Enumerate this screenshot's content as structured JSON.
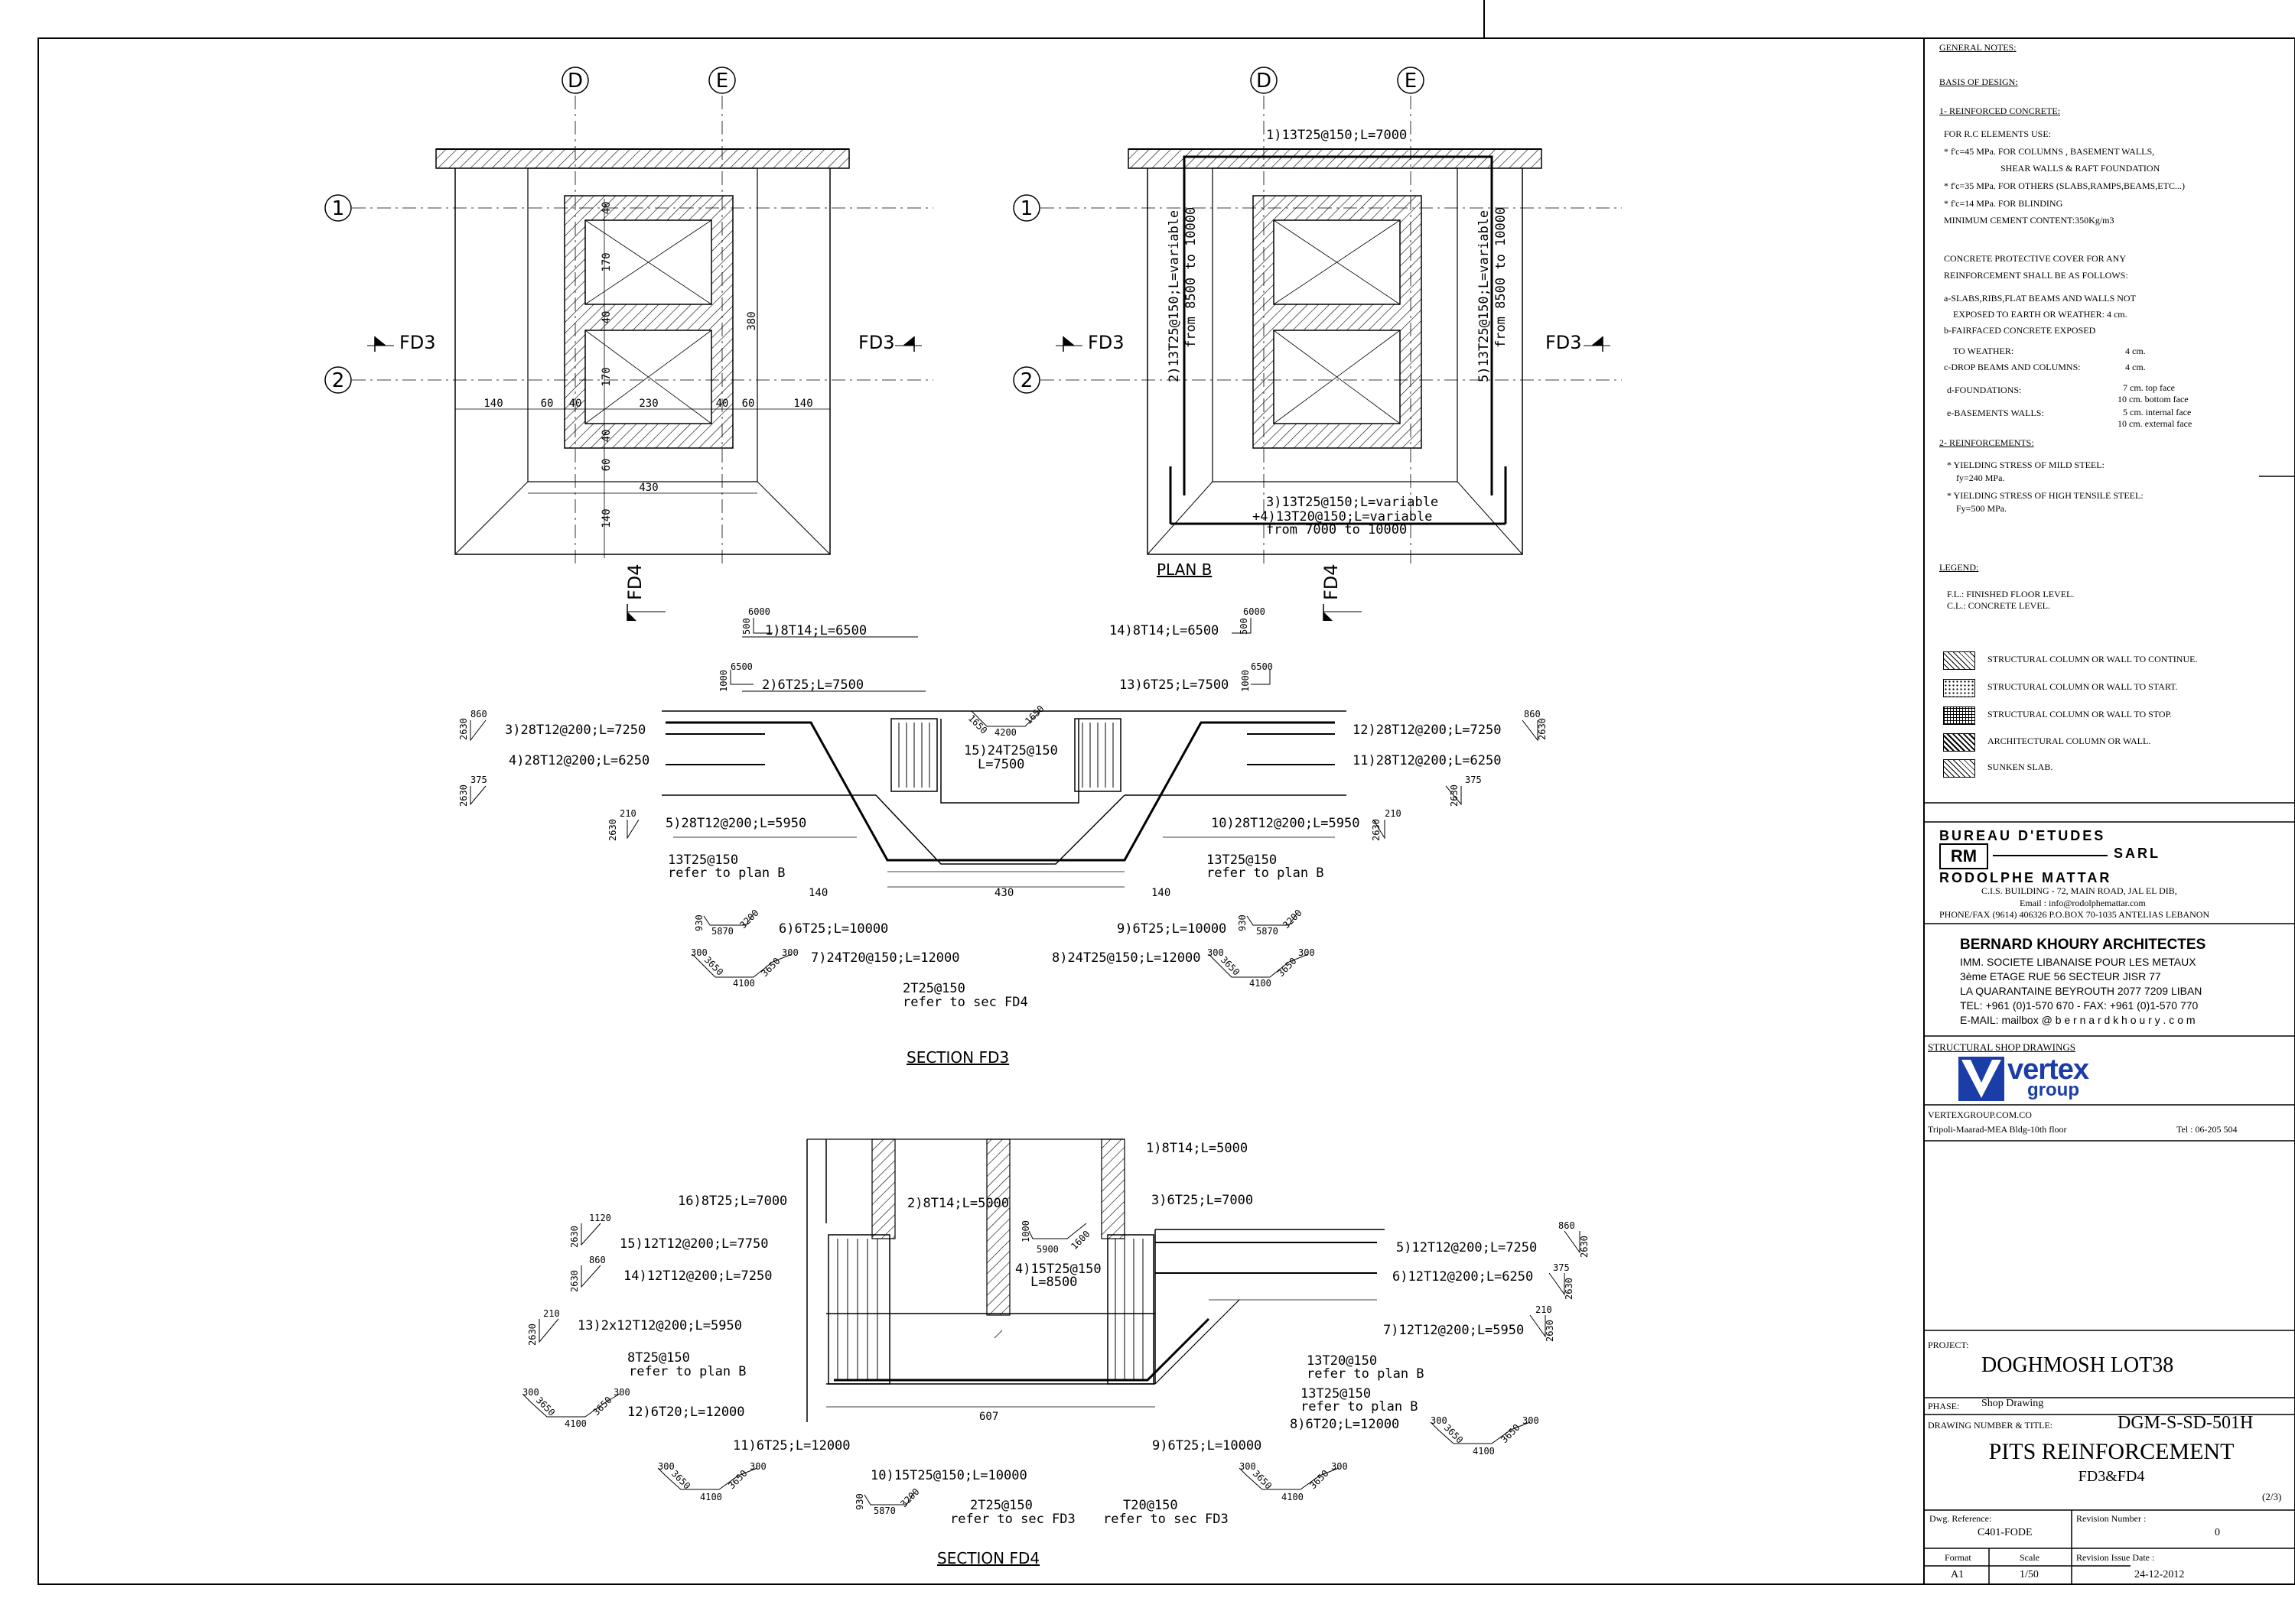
{
  "plan_a": {
    "grid_d": "D",
    "grid_e": "E",
    "grid_1": "1",
    "grid_2": "2",
    "fd3_left": "FD3",
    "fd3_right": "FD3",
    "fd4": "FD4",
    "dims": {
      "d140a": "140",
      "d60a": "60",
      "d40a": "40",
      "d230": "230",
      "d40b": "40",
      "d60b": "60",
      "d140b": "140",
      "d430": "430",
      "v40a": "40",
      "v170a": "170",
      "v40b": "40",
      "v170b": "170",
      "v40c": "40",
      "v60": "60",
      "v140": "140",
      "v380": "380"
    }
  },
  "plan_b": {
    "title": "PLAN B",
    "grid_d": "D",
    "grid_e": "E",
    "grid_1": "1",
    "grid_2": "2",
    "fd3_left": "FD3",
    "fd3_right": "FD3",
    "fd4": "FD4",
    "bar1": "1)13T25@150;L=7000",
    "bar2a": "2)13T25@150;L=variable",
    "bar2b": "from 8500 to 10000",
    "bar5a": "5)13T25@150;L=variable",
    "bar5b": "from 8500 to 10000",
    "bar3": "3)13T25@150;L=variable",
    "bar4": "+4)13T20@150;L=variable",
    "bar34": "from 7000 to 10000"
  },
  "section_fd3": {
    "title": "SECTION FD3",
    "b1": "1)8T14;L=6500",
    "b2": "2)6T25;L=7500",
    "b3": "3)28T12@200;L=7250",
    "b4": "4)28T12@200;L=6250",
    "b5": "5)28T12@200;L=5950",
    "b13a": "13T25@150",
    "b13b": "refer to plan B",
    "b6": "6)6T25;L=10000",
    "b7": "7)24T20@150;L=12000",
    "b2t_a": "2T25@150",
    "b2t_b": "refer to sec FD4",
    "b8": "8)24T25@150;L=12000",
    "b9": "9)6T25;L=10000",
    "b13c": "13T25@150",
    "b13d": "refer to plan B",
    "b10": "10)28T12@200;L=5950",
    "b11": "11)28T12@200;L=6250",
    "b12": "12)28T12@200;L=7250",
    "b13": "13)6T25;L=7500",
    "b14": "14)8T14;L=6500",
    "b15a": "15)24T25@150",
    "b15b": "L=7500",
    "dim140a": "140",
    "dim430": "430",
    "dim140b": "140",
    "s500a": "500",
    "s6000a": "6000",
    "s1000a": "1000",
    "s6500a": "6500",
    "s500b": "500",
    "s6000b": "6000",
    "s1000b": "1000",
    "s6500b": "6500",
    "s1650a": "1650",
    "s4200": "4200",
    "s1650b": "1650",
    "s2630a": "2630",
    "s860a": "860",
    "s2630b": "2630",
    "s375a": "375",
    "s2630c": "2630",
    "s210a": "210",
    "s2630d": "2630",
    "s860b": "860",
    "s2630e": "2630",
    "s375b": "375",
    "s2630f": "2630",
    "s210b": "210",
    "s930a": "930",
    "s5870a": "5870",
    "s3200a": "3200",
    "s930b": "930",
    "s5870b": "5870",
    "s3200b": "3200",
    "s300a": "300",
    "s3650a": "3650",
    "s4100a": "4100",
    "s3650b": "3650",
    "s300b": "300",
    "s300c": "300",
    "s3650c": "3650",
    "s4100b": "4100",
    "s3650d": "3650",
    "s300d": "300"
  },
  "section_fd4": {
    "title": "SECTION FD4",
    "b1": "1)8T14;L=5000",
    "b2": "2)8T14;L=5000",
    "b3": "3)6T25;L=7000",
    "b4a": "4)15T25@150",
    "b4b": "L=8500",
    "b5": "5)12T12@200;L=7250",
    "b6": "6)12T12@200;L=6250",
    "b7": "7)12T12@200;L=5950",
    "b13a": "13T20@150",
    "b13b": "refer to plan B",
    "b13c": "13T25@150",
    "b13d": "refer to plan B",
    "b8": "8)6T20;L=12000",
    "b9": "9)6T25;L=10000",
    "b16": "16)8T25;L=7000",
    "b15": "15)12T12@200;L=7750",
    "b14": "14)12T12@200;L=7250",
    "b13": "13)2x12T12@200;L=5950",
    "b8t_a": "8T25@150",
    "b8t_b": "refer to plan B",
    "b12": "12)6T20;L=12000",
    "b11": "11)6T25;L=12000",
    "b10": "10)15T25@150;L=10000",
    "b2t_a": "2T25@150",
    "b2t_b": "refer to sec FD3",
    "bt20a": "T20@150",
    "bt20b": "refer to sec FD3",
    "dim607": "607",
    "s1120": "1120",
    "s2630a": "2630",
    "s860a": "860",
    "s2630b": "2630",
    "s210a": "210",
    "s2630c": "2630",
    "s860b": "860",
    "s2630d": "2630",
    "s375": "375",
    "s2630e": "2630",
    "s210b": "210",
    "s2630f": "2630",
    "s1000": "1000",
    "s5900": "5900",
    "s1600": "1600",
    "s300a": "300",
    "s3650a": "3650",
    "s4100a": "4100",
    "s3650b": "3650",
    "s300b": "300",
    "s300c": "300",
    "s3650c": "3650",
    "s4100b": "4100",
    "s3650d": "3650",
    "s300d": "300",
    "s300e": "300",
    "s3650e": "3650",
    "s4100c": "4100",
    "s3650f": "3650",
    "s300f": "300",
    "s300g": "300",
    "s3650g": "3650",
    "s4100d": "4100",
    "s3650h": "3650",
    "s300h": "300",
    "s930": "930",
    "s5870": "5870",
    "s3200": "3200"
  },
  "notes": [
    "GENERAL NOTES:",
    "BASIS OF DESIGN:",
    "1- REINFORCED CONCRETE:",
    "FOR  R.C  ELEMENTS USE:",
    "* f'c=45 MPa. FOR COLUMNS , BASEMENT WALLS,",
    "SHEAR WALLS & RAFT FOUNDATION",
    "* f'c=35 MPa. FOR OTHERS (SLABS,RAMPS,BEAMS,ETC...)",
    "* f'c=14 MPa. FOR BLINDING",
    "MINIMUM CEMENT CONTENT:350Kg/m3",
    "CONCRETE PROTECTIVE COVER FOR ANY",
    "REINFORCEMENT SHALL BE AS FOLLOWS:",
    "a-SLABS,RIBS,FLAT BEAMS AND WALLS NOT",
    "EXPOSED TO EARTH OR WEATHER:   4 cm.",
    "b-FAIRFACED CONCRETE EXPOSED",
    "TO WEATHER:",
    "4 cm.",
    "c-DROP BEAMS AND COLUMNS:",
    "4 cm.",
    "d-FOUNDATIONS:",
    "7 cm. top face",
    "10 cm. bottom face",
    "e-BASEMENTS WALLS:",
    "5 cm. internal face",
    "10 cm. external face",
    "2- REINFORCEMENTS:",
    "* YIELDING STRESS OF MILD STEEL:",
    "fy=240 MPa.",
    "* YIELDING STRESS OF HIGH TENSILE STEEL:",
    "Fy=500 MPa.",
    "LEGEND:",
    "F.L.: FINISHED FLOOR LEVEL.",
    "C.L.: CONCRETE LEVEL."
  ],
  "legend": [
    "STRUCTURAL COLUMN OR WALL TO CONTINUE.",
    "STRUCTURAL COLUMN OR WALL TO START.",
    "STRUCTURAL COLUMN OR WALL TO STOP.",
    "ARCHITECTURAL COLUMN OR WALL.",
    "SUNKEN SLAB."
  ],
  "bureau": {
    "line1": "BUREAU  D'ETUDES",
    "sarl": "SARL",
    "logo": "RM",
    "line2": "RODOLPHE MATTAR",
    "addr1": "C.I.S. BUILDING - 72, MAIN ROAD, JAL EL DIB,",
    "addr2": "Email : info@rodolphemattar.com",
    "addr3": "PHONE/FAX (9614) 406326 P.O.BOX 70-1035 ANTELIAS LEBANON"
  },
  "architect": {
    "name": "BERNARD KHOURY ARCHITECTES",
    "l1": "IMM.   SOCIETE LIBANAISE POUR LES METAUX",
    "l2": "3ème ETAGE        RUE 56      SECTEUR JISR 77",
    "l3": "LA QUARANTAINE BEYROUTH 2077 7209 LIBAN",
    "l4": "TEL: +961 (0)1-570 670  -  FAX: +961 (0)1-570 770",
    "l5": "E-MAIL:   mailbox @ b e r n a r d k h o u r y . c o m"
  },
  "shop": {
    "heading": "STRUCTURAL SHOP DRAWINGS",
    "logo": "vertex",
    "logo2": "group",
    "site": "VERTEXGROUP.COM.CO",
    "addr": "Tripoli-Maarad-MEA Bldg-10th floor",
    "tel": "Tel : 06-205 504"
  },
  "project": {
    "label": "PROJECT:",
    "name": "DOGHMOSH LOT38",
    "phase_label": "PHASE:",
    "phase": "Shop Drawing",
    "num_label": "DRAWING NUMBER & TITLE:",
    "number": "DGM-S-SD-501H",
    "title": "PITS REINFORCEMENT",
    "subtitle": "FD3&FD4",
    "sheet": "(2/3)",
    "dwg_ref_label": "Dwg. Reference:",
    "dwg_ref": "C401-FODE",
    "rev_label": "Revision Number :",
    "rev": "0",
    "format_label": "Format",
    "format": "A1",
    "scale_label": "Scale",
    "scale": "1/50",
    "rev_date_label": "Revision Issue Date :",
    "rev_date": "24-12-2012"
  }
}
